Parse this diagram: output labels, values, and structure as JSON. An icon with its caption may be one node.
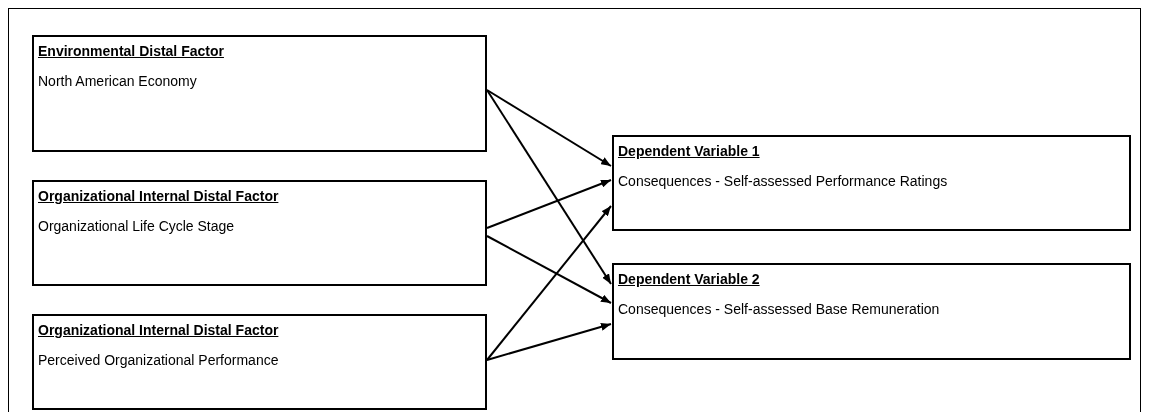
{
  "diagram": {
    "nodes": [
      {
        "text": [
          "Environmental Distal Factor",
          "North American Economy"
        ]
      },
      {
        "text": [
          "Organizational Internal Distal Factor",
          "Organizational Life Cycle Stage"
        ]
      },
      {
        "text": [
          "Organizational Internal Distal Factor",
          "Perceived Organizational Performance"
        ]
      },
      {
        "text": [
          "Dependent Variable 1",
          "Consequences - Self-assessed Performance Ratings"
        ]
      },
      {
        "text": [
          "Dependent Variable 2",
          "Consequences - Self-assessed Base Remuneration"
        ]
      }
    ],
    "edges": [
      {
        "from": 0,
        "to": 3,
        "arrow": "to"
      },
      {
        "from": 0,
        "to": 4,
        "arrow": "to"
      },
      {
        "from": 1,
        "to": 3,
        "arrow": "to"
      },
      {
        "from": 1,
        "to": 4,
        "arrow": "to"
      },
      {
        "from": 2,
        "to": 3,
        "arrow": "to"
      },
      {
        "from": 2,
        "to": 4,
        "arrow": "to"
      }
    ]
  }
}
